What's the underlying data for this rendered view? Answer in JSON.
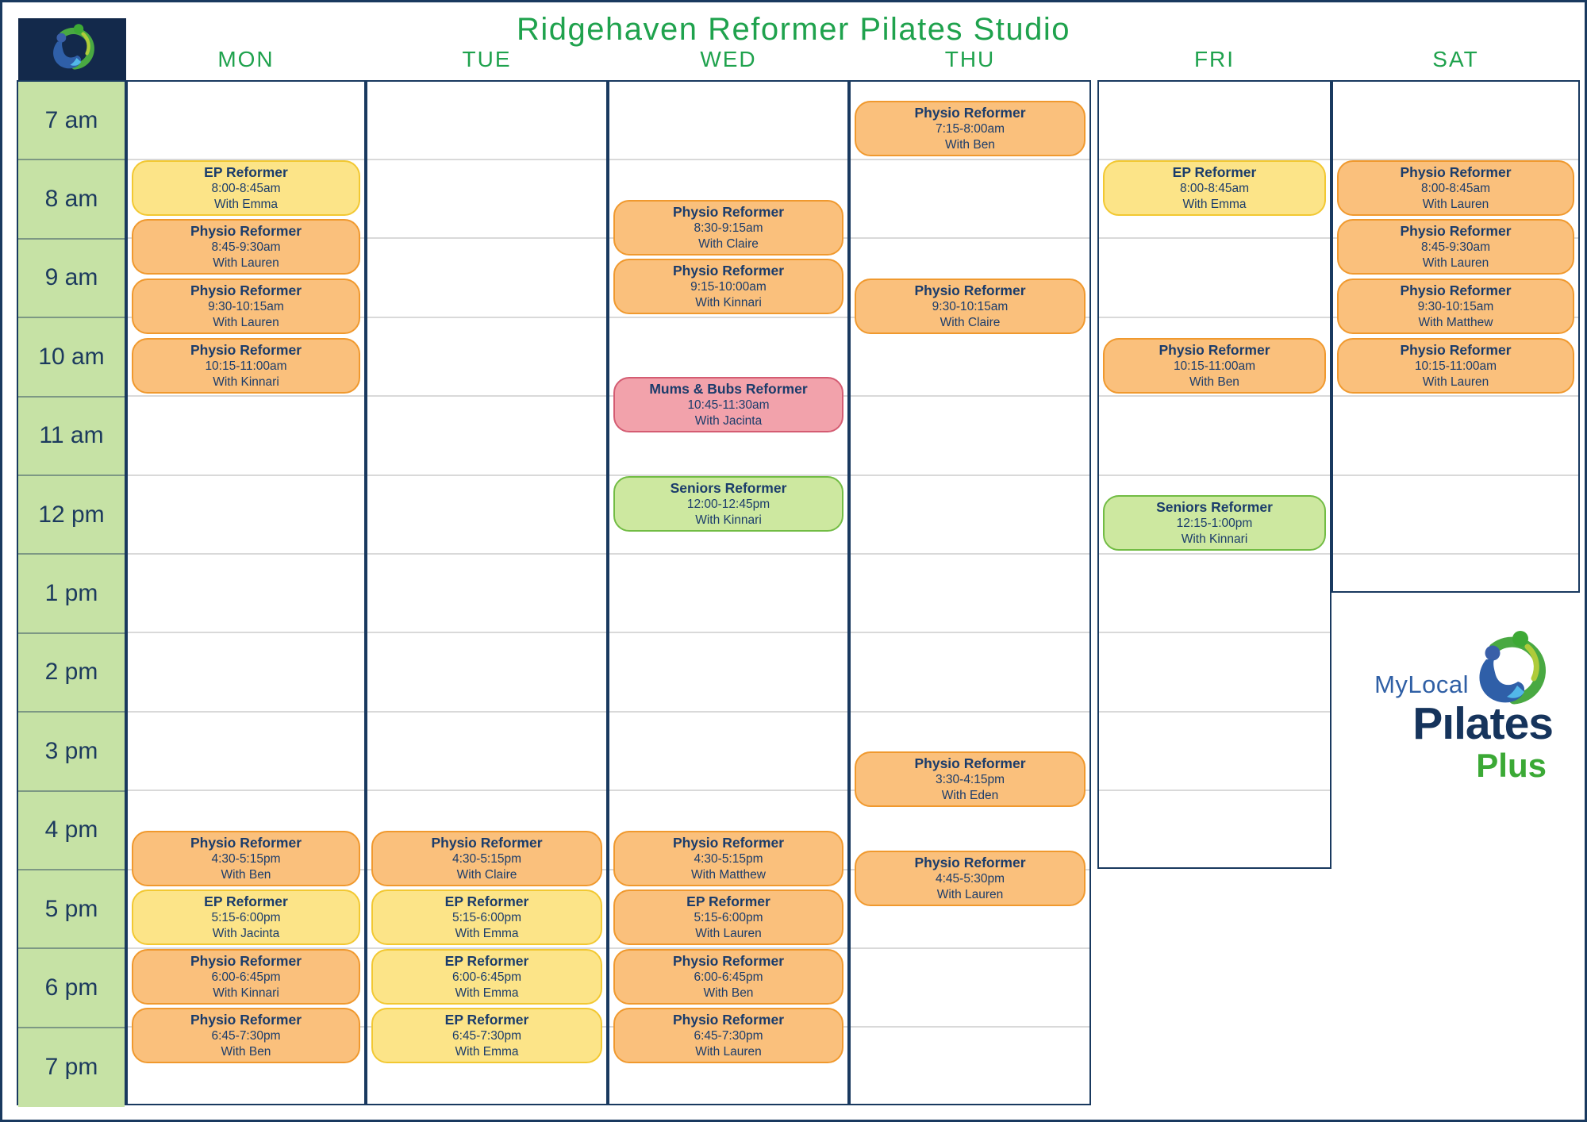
{
  "header": {
    "title": "Ridgehaven Reformer Pilates Studio"
  },
  "brand": {
    "mylocal": "MyLocal",
    "pilates": "Pılates",
    "plus": "Plus"
  },
  "colors": {
    "navy_border": "#19395F",
    "title_green": "#1FA24D",
    "time_cell_green": "#C6E2A5",
    "event_text_navy": "#1B3C6B",
    "orange": {
      "fill": "#FAC07C",
      "border": "#F0992E"
    },
    "yellow": {
      "fill": "#FCE488",
      "border": "#F2C832"
    },
    "pink": {
      "fill": "#F2A2AB",
      "border": "#D45C72"
    },
    "green": {
      "fill": "#CDE8A0",
      "border": "#72BC44"
    },
    "brand_blue": "#2F5FA5",
    "brand_navy": "#16345C",
    "brand_green": "#3BA935"
  },
  "schedule": {
    "times": [
      "7 am",
      "8 am",
      "9 am",
      "10 am",
      "11 am",
      "12 pm",
      "1 pm",
      "2 pm",
      "3 pm",
      "4 pm",
      "5 pm",
      "6 pm",
      "7 pm"
    ],
    "days": [
      {
        "label": "MON",
        "events": [
          {
            "class_name": "EP Reformer",
            "time": "8:00-8:45am",
            "instructor": "With Emma",
            "start": 8,
            "end": 8.75,
            "style": "yellow"
          },
          {
            "class_name": "Physio Reformer",
            "time": "8:45-9:30am",
            "instructor": "With Lauren",
            "start": 8.75,
            "end": 9.5,
            "style": "orange"
          },
          {
            "class_name": "Physio Reformer",
            "time": "9:30-10:15am",
            "instructor": "With Lauren",
            "start": 9.5,
            "end": 10.25,
            "style": "orange"
          },
          {
            "class_name": "Physio Reformer",
            "time": "10:15-11:00am",
            "instructor": "With Kinnari",
            "start": 10.25,
            "end": 11,
            "style": "orange"
          },
          {
            "class_name": "Physio Reformer",
            "time": "4:30-5:15pm",
            "instructor": "With Ben",
            "start": 16.5,
            "end": 17.25,
            "style": "orange"
          },
          {
            "class_name": "EP Reformer",
            "time": "5:15-6:00pm",
            "instructor": "With Jacinta",
            "start": 17.25,
            "end": 18,
            "style": "yellow"
          },
          {
            "class_name": "Physio Reformer",
            "time": "6:00-6:45pm",
            "instructor": "With Kinnari",
            "start": 18,
            "end": 18.75,
            "style": "orange"
          },
          {
            "class_name": "Physio Reformer",
            "time": "6:45-7:30pm",
            "instructor": "With Ben",
            "start": 18.75,
            "end": 19.5,
            "style": "orange"
          }
        ]
      },
      {
        "label": "TUE",
        "events": [
          {
            "class_name": "Physio Reformer",
            "time": "4:30-5:15pm",
            "instructor": "With Claire",
            "start": 16.5,
            "end": 17.25,
            "style": "orange"
          },
          {
            "class_name": "EP Reformer",
            "time": "5:15-6:00pm",
            "instructor": "With Emma",
            "start": 17.25,
            "end": 18,
            "style": "yellow"
          },
          {
            "class_name": "EP Reformer",
            "time": "6:00-6:45pm",
            "instructor": "With Emma",
            "start": 18,
            "end": 18.75,
            "style": "yellow"
          },
          {
            "class_name": "EP Reformer",
            "time": "6:45-7:30pm",
            "instructor": "With Emma",
            "start": 18.75,
            "end": 19.5,
            "style": "yellow"
          }
        ]
      },
      {
        "label": "WED",
        "events": [
          {
            "class_name": "Physio Reformer",
            "time": "8:30-9:15am",
            "instructor": "With Claire",
            "start": 8.5,
            "end": 9.25,
            "style": "orange"
          },
          {
            "class_name": "Physio Reformer",
            "time": "9:15-10:00am",
            "instructor": "With Kinnari",
            "start": 9.25,
            "end": 10,
            "style": "orange"
          },
          {
            "class_name": "Mums & Bubs Reformer",
            "time": "10:45-11:30am",
            "instructor": "With Jacinta",
            "start": 10.75,
            "end": 11.5,
            "style": "pink"
          },
          {
            "class_name": "Seniors Reformer",
            "time": "12:00-12:45pm",
            "instructor": "With Kinnari",
            "start": 12,
            "end": 12.75,
            "style": "green"
          },
          {
            "class_name": "Physio Reformer",
            "time": "4:30-5:15pm",
            "instructor": "With Matthew",
            "start": 16.5,
            "end": 17.25,
            "style": "orange"
          },
          {
            "class_name": "EP Reformer",
            "time": "5:15-6:00pm",
            "instructor": "With Lauren",
            "start": 17.25,
            "end": 18,
            "style": "orange"
          },
          {
            "class_name": "Physio Reformer",
            "time": "6:00-6:45pm",
            "instructor": "With Ben",
            "start": 18,
            "end": 18.75,
            "style": "orange"
          },
          {
            "class_name": "Physio Reformer",
            "time": "6:45-7:30pm",
            "instructor": "With Lauren",
            "start": 18.75,
            "end": 19.5,
            "style": "orange"
          }
        ]
      },
      {
        "label": "THU",
        "events": [
          {
            "class_name": "Physio Reformer",
            "time": "7:15-8:00am",
            "instructor": "With Ben",
            "start": 7.25,
            "end": 8,
            "style": "orange"
          },
          {
            "class_name": "Physio Reformer",
            "time": "9:30-10:15am",
            "instructor": "With Claire",
            "start": 9.5,
            "end": 10.25,
            "style": "orange"
          },
          {
            "class_name": "Physio Reformer",
            "time": "3:30-4:15pm",
            "instructor": "With Eden",
            "start": 15.5,
            "end": 16.25,
            "style": "orange"
          },
          {
            "class_name": "Physio Reformer",
            "time": "4:45-5:30pm",
            "instructor": "With Lauren",
            "start": 16.75,
            "end": 17.5,
            "style": "orange"
          }
        ]
      },
      {
        "label": "FRI",
        "events": [
          {
            "class_name": "EP Reformer",
            "time": "8:00-8:45am",
            "instructor": "With Emma",
            "start": 8,
            "end": 8.75,
            "style": "yellow"
          },
          {
            "class_name": "Physio Reformer",
            "time": "10:15-11:00am",
            "instructor": "With Ben",
            "start": 10.25,
            "end": 11,
            "style": "orange"
          },
          {
            "class_name": "Seniors Reformer",
            "time": "12:15-1:00pm",
            "instructor": "With Kinnari",
            "start": 12.25,
            "end": 13,
            "style": "green"
          }
        ]
      },
      {
        "label": "SAT",
        "events": [
          {
            "class_name": "Physio Reformer",
            "time": "8:00-8:45am",
            "instructor": "With Lauren",
            "start": 8,
            "end": 8.75,
            "style": "orange"
          },
          {
            "class_name": "Physio Reformer",
            "time": "8:45-9:30am",
            "instructor": "With Lauren",
            "start": 8.75,
            "end": 9.5,
            "style": "orange"
          },
          {
            "class_name": "Physio Reformer",
            "time": "9:30-10:15am",
            "instructor": "With Matthew",
            "start": 9.5,
            "end": 10.25,
            "style": "orange"
          },
          {
            "class_name": "Physio Reformer",
            "time": "10:15-11:00am",
            "instructor": "With Lauren",
            "start": 10.25,
            "end": 11,
            "style": "orange"
          }
        ]
      }
    ]
  }
}
